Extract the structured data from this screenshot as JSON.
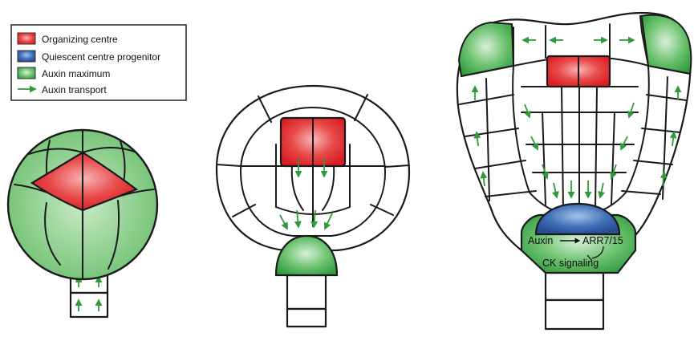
{
  "legend": {
    "items": [
      {
        "label": "Organizing centre",
        "color": "#e0262a"
      },
      {
        "label": "Quiescent centre progenitor",
        "color": "#2c5aa0"
      },
      {
        "label": "Auxin maximum",
        "color": "#3aa24a"
      },
      {
        "label": "Auxin transport",
        "color": "#2e9a3a"
      }
    ]
  },
  "annotations": {
    "auxin": "Auxin",
    "arr": "ARR7/15",
    "ck": "CK signaling"
  },
  "colors": {
    "red": "#e0262a",
    "blue": "#2c5aa0",
    "green": "#3aa24a",
    "arrow": "#2e9a3a"
  }
}
